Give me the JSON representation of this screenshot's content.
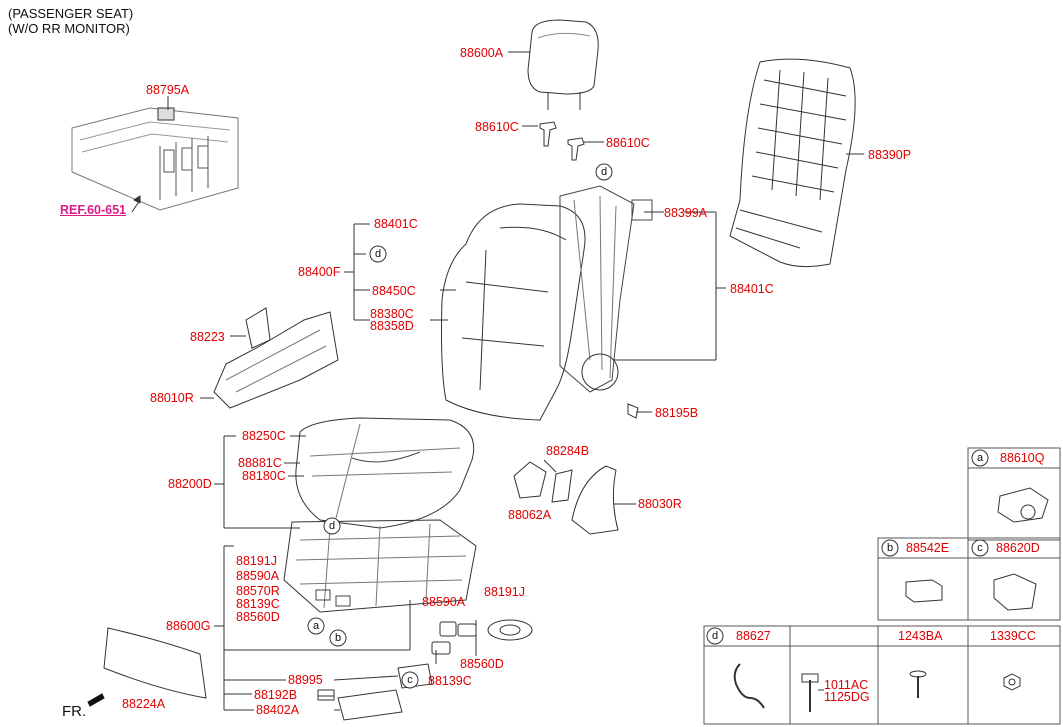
{
  "header": {
    "line1": "(PASSENGER SEAT)",
    "line2": "(W/O RR MONITOR)"
  },
  "ref_link": "REF.60-651",
  "direction": "FR.",
  "callouts": {
    "a": "a",
    "b": "b",
    "c": "c",
    "d": "d"
  },
  "parts": {
    "p88795A": "88795A",
    "p88600A": "88600A",
    "p88610C_left": "88610C",
    "p88610C_right": "88610C",
    "p88390P": "88390P",
    "p88399A": "88399A",
    "p88401C_top": "88401C",
    "p88400F": "88400F",
    "p88450C": "88450C",
    "p88380C": "88380C",
    "p88358D": "88358D",
    "p88401C_right": "88401C",
    "p88223": "88223",
    "p88010R": "88010R",
    "p88195B": "88195B",
    "p88250C": "88250C",
    "p88881C": "88881C",
    "p88180C": "88180C",
    "p88200D": "88200D",
    "p88284B": "88284B",
    "p88062A": "88062A",
    "p88030R": "88030R",
    "p88191J_left": "88191J",
    "p88590A_left": "88590A",
    "p88570R": "88570R",
    "p88139C_left": "88139C",
    "p88560D_left": "88560D",
    "p88600G": "88600G",
    "p88590A_right": "88590A",
    "p88191J_right": "88191J",
    "p88560D_right": "88560D",
    "p88139C_right": "88139C",
    "p88995": "88995",
    "p88192B": "88192B",
    "p88402A": "88402A",
    "p88224A": "88224A"
  },
  "legend_table": {
    "a_part": "88610Q",
    "b_part": "88542E",
    "c_part": "88620D",
    "d_part": "88627",
    "col2_top": "1011AC",
    "col2_bottom": "1125DG",
    "col3": "1243BA",
    "col4": "1339CC"
  },
  "colors": {
    "label": "#e00000",
    "ref": "#e0198a",
    "line": "#333333"
  }
}
